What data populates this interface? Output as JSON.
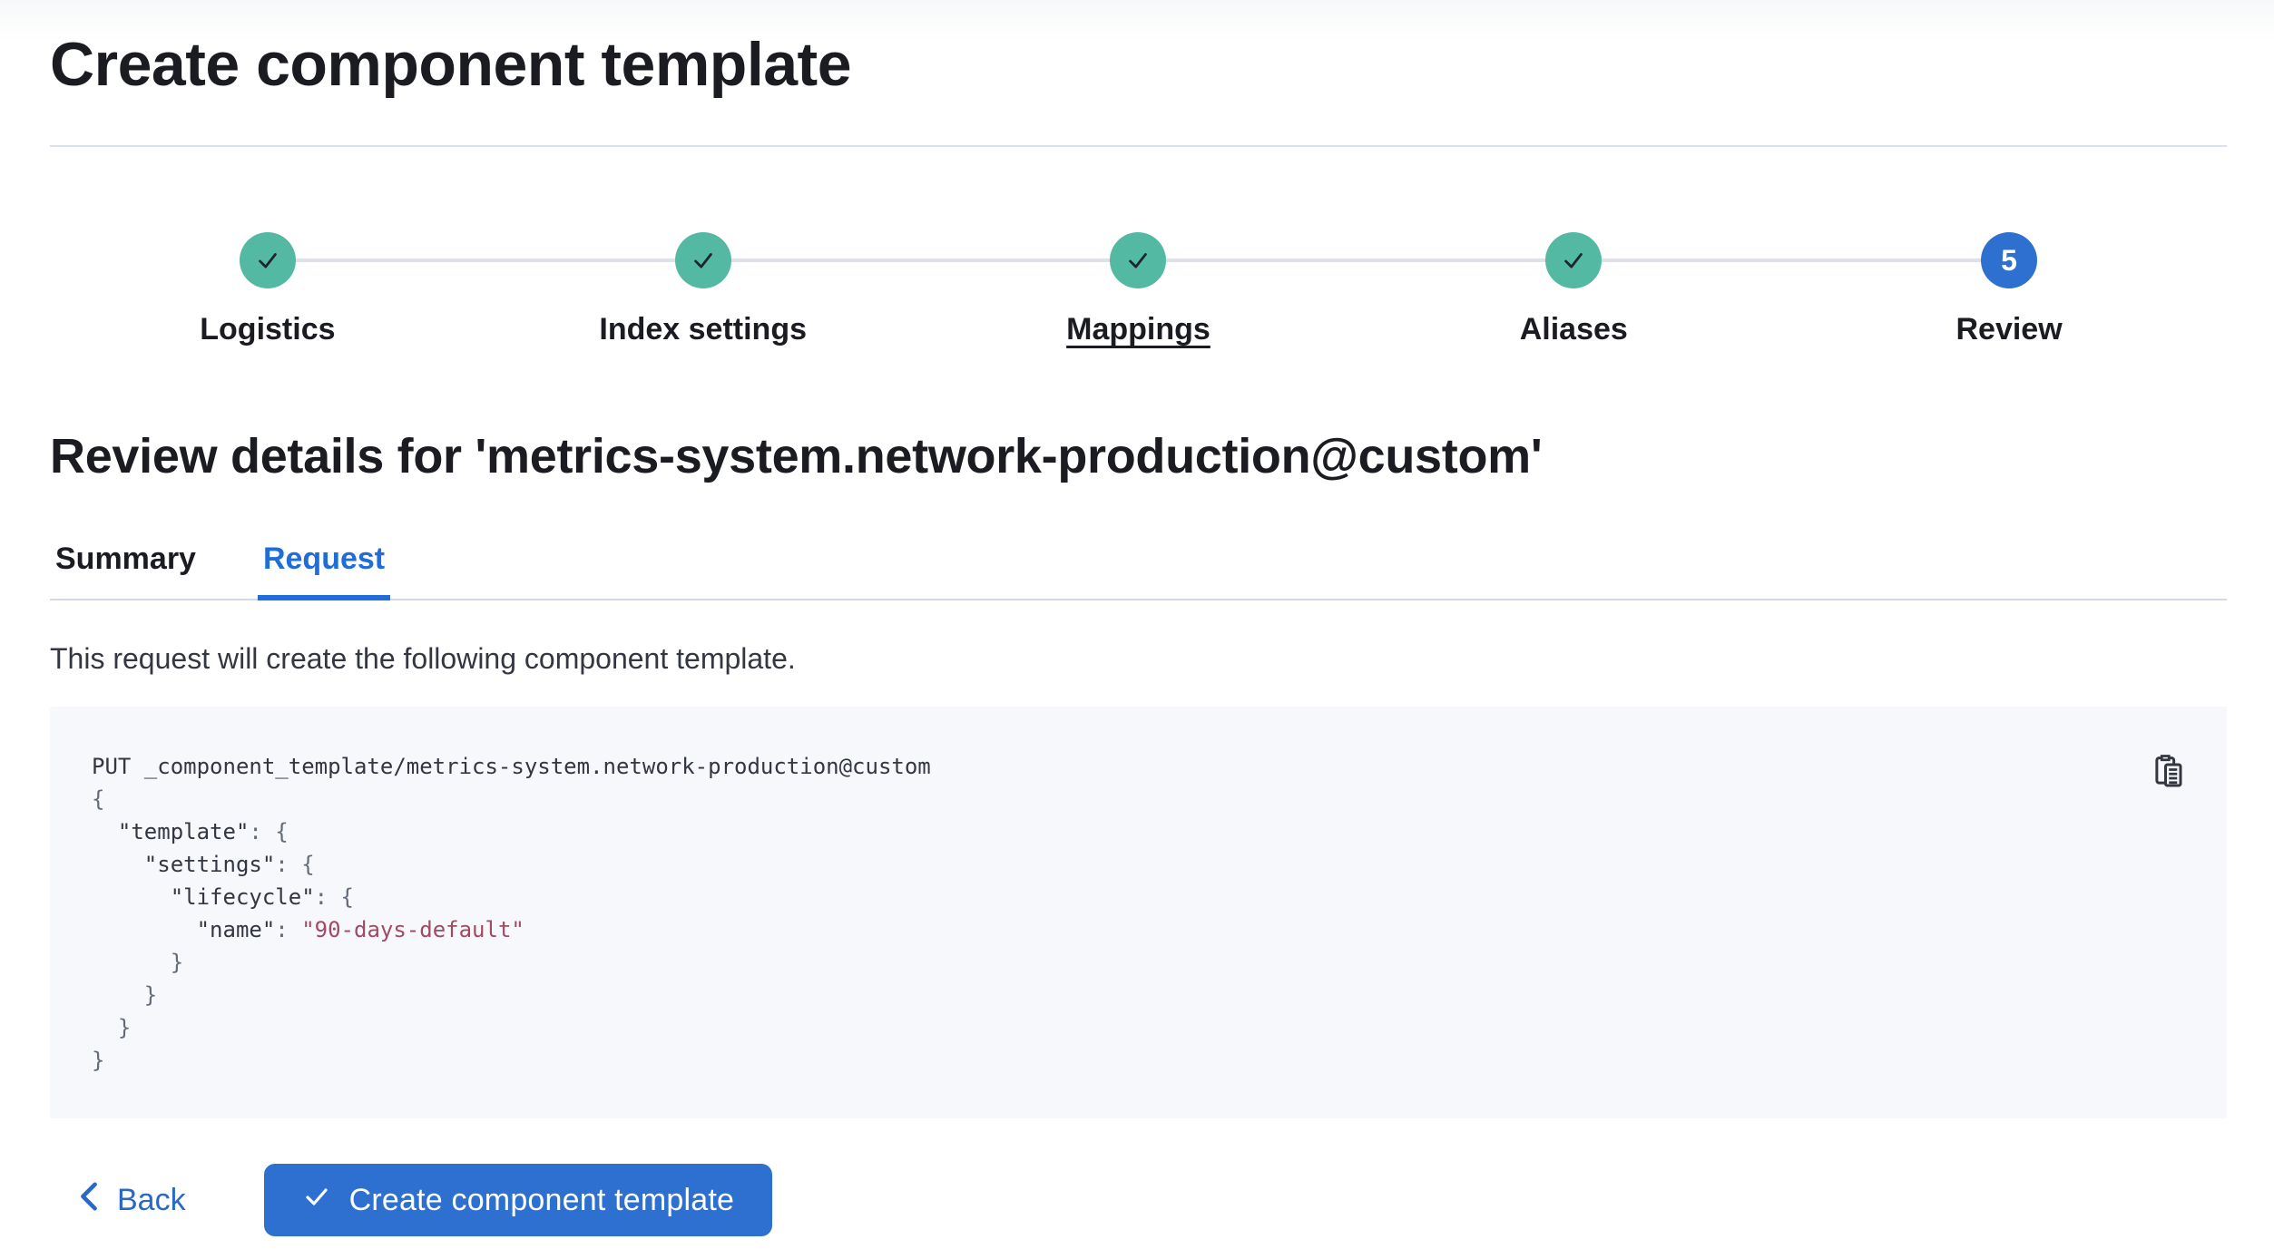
{
  "colors": {
    "primary_blue": "#2e70d0",
    "tab_active_blue": "#1e6dd8",
    "back_link_blue": "#2a68c7",
    "step_complete_teal": "#54b9a3",
    "code_string_rose": "#a34a63",
    "code_background": "#f6f8fb"
  },
  "header": {
    "title": "Create component template"
  },
  "stepper": {
    "steps": [
      {
        "label": "Logistics",
        "status": "complete",
        "icon": "check-icon"
      },
      {
        "label": "Index settings",
        "status": "complete",
        "icon": "check-icon"
      },
      {
        "label": "Mappings",
        "status": "complete",
        "icon": "check-icon",
        "underlined": true
      },
      {
        "label": "Aliases",
        "status": "complete",
        "icon": "check-icon"
      },
      {
        "label": "Review",
        "status": "current",
        "number": "5"
      }
    ]
  },
  "review": {
    "heading": "Review details for 'metrics-system.network-production@custom'",
    "description": "This request will create the following component template."
  },
  "tabs": [
    {
      "label": "Summary",
      "selected": false
    },
    {
      "label": "Request",
      "selected": true
    }
  ],
  "code_block": {
    "copy_icon": "copy-clipboard-icon",
    "lines": [
      [
        {
          "t": "PUT _component_template/metrics-system.network-production@custom",
          "c": "plain"
        }
      ],
      [
        {
          "t": "{",
          "c": "punct"
        }
      ],
      [
        {
          "t": "  ",
          "c": "punct"
        },
        {
          "t": "\"template\"",
          "c": "key"
        },
        {
          "t": ": {",
          "c": "punct"
        }
      ],
      [
        {
          "t": "    ",
          "c": "punct"
        },
        {
          "t": "\"settings\"",
          "c": "key"
        },
        {
          "t": ": {",
          "c": "punct"
        }
      ],
      [
        {
          "t": "      ",
          "c": "punct"
        },
        {
          "t": "\"lifecycle\"",
          "c": "key"
        },
        {
          "t": ": {",
          "c": "punct"
        }
      ],
      [
        {
          "t": "        ",
          "c": "punct"
        },
        {
          "t": "\"name\"",
          "c": "key"
        },
        {
          "t": ": ",
          "c": "punct"
        },
        {
          "t": "\"90-days-default\"",
          "c": "string"
        }
      ],
      [
        {
          "t": "      }",
          "c": "punct"
        }
      ],
      [
        {
          "t": "    }",
          "c": "punct"
        }
      ],
      [
        {
          "t": "  }",
          "c": "punct"
        }
      ],
      [
        {
          "t": "}",
          "c": "punct"
        }
      ]
    ]
  },
  "footer": {
    "back_label": "Back",
    "submit_label": "Create component template"
  }
}
